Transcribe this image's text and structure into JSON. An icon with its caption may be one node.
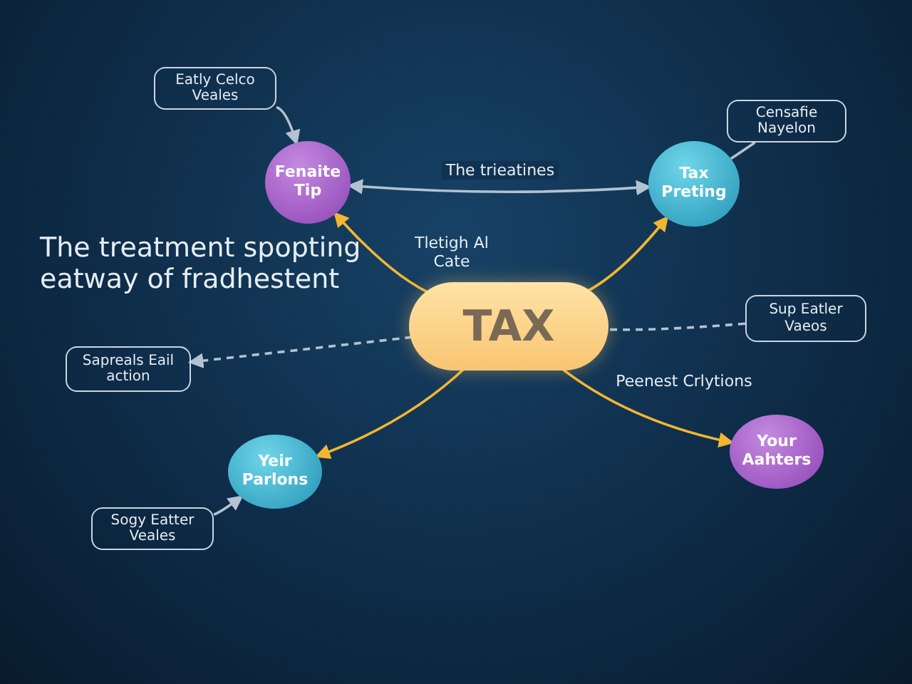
{
  "diagram": {
    "nodes": [
      {
        "text": [
          "Eatly Celco Veales"
        ]
      },
      {
        "text": [
          "Fenaite Tip"
        ]
      },
      {
        "text": [
          "Tax Preting"
        ]
      },
      {
        "text": [
          "Censafie Nayelon"
        ]
      },
      {
        "text": [
          "TAX"
        ]
      },
      {
        "text": [
          "Sapreals Eail action"
        ]
      },
      {
        "text": [
          "Sup Eatler Vaeos"
        ]
      },
      {
        "text": [
          "Yeir Parlons"
        ]
      },
      {
        "text": [
          "Your Aahters"
        ]
      },
      {
        "text": [
          "Sogy Eatter Veales"
        ]
      }
    ],
    "edges": [
      {
        "from": 0,
        "to": 1,
        "arrow": "to"
      },
      {
        "from": 1,
        "to": 2,
        "arrow": "both",
        "label": "The trieatines"
      },
      {
        "from": 4,
        "to": 1,
        "arrow": "to",
        "color": "#f2b632"
      },
      {
        "from": 4,
        "to": 2,
        "arrow": "to",
        "color": "#f2b632"
      },
      {
        "from": 2,
        "to": 3,
        "arrow": "none"
      },
      {
        "from": 6,
        "to": 4,
        "arrow": "none",
        "style": "dashed"
      },
      {
        "from": 4,
        "to": 5,
        "arrow": "to",
        "style": "dashed"
      },
      {
        "from": 4,
        "to": 7,
        "arrow": "to",
        "color": "#f2b632"
      },
      {
        "from": 4,
        "to": 8,
        "arrow": "to",
        "color": "#f2b632"
      },
      {
        "from": 9,
        "to": 7,
        "arrow": "to"
      }
    ],
    "labels": [
      "The treatment spopting eatway of fradhestent",
      "Tletigh Al Cate",
      "Peenest Crlytions"
    ]
  }
}
